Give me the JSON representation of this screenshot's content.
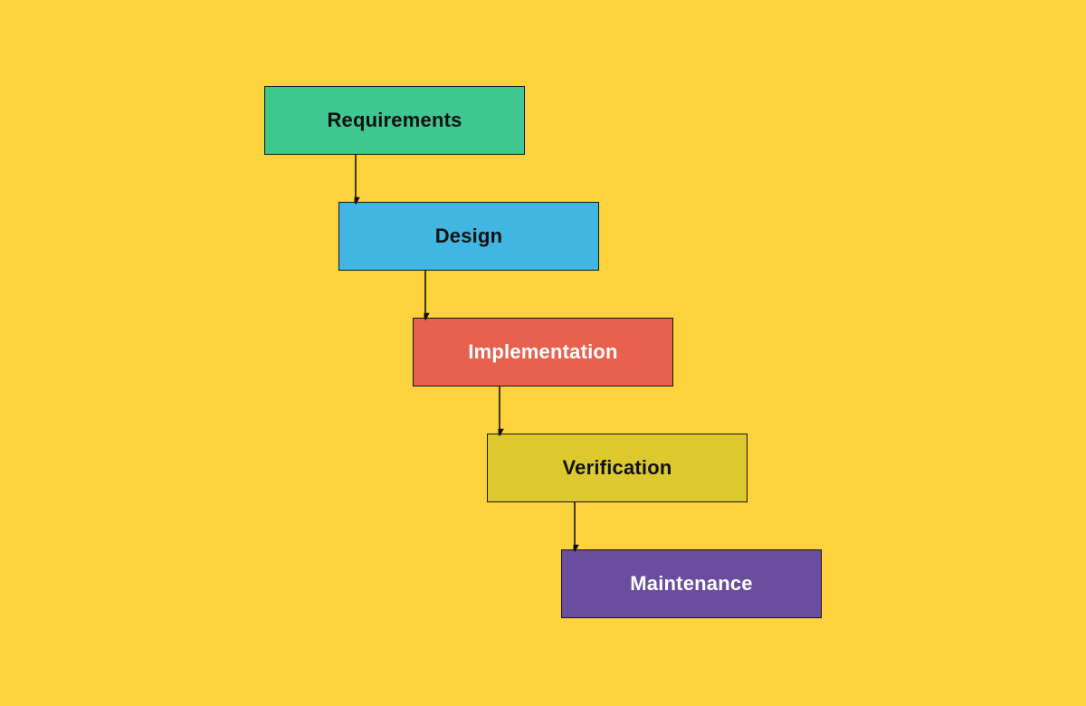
{
  "diagram": {
    "type": "flowchart-waterfall",
    "background_color": "#FCD33C",
    "arrow_color": "#111111",
    "nodes": [
      {
        "label": "Requirements",
        "color": "#3EC78E",
        "text_color": "#111111"
      },
      {
        "label": "Design",
        "color": "#41B6E3",
        "text_color": "#111111"
      },
      {
        "label": "Implementation",
        "color": "#E8614E",
        "text_color": "#FFFFFF"
      },
      {
        "label": "Verification",
        "color": "#DCC92F",
        "text_color": "#111111"
      },
      {
        "label": "Maintenance",
        "color": "#6A4D9F",
        "text_color": "#FFFFFF"
      }
    ],
    "edges": [
      {
        "from": "Requirements",
        "to": "Design"
      },
      {
        "from": "Design",
        "to": "Implementation"
      },
      {
        "from": "Implementation",
        "to": "Verification"
      },
      {
        "from": "Verification",
        "to": "Maintenance"
      }
    ]
  }
}
